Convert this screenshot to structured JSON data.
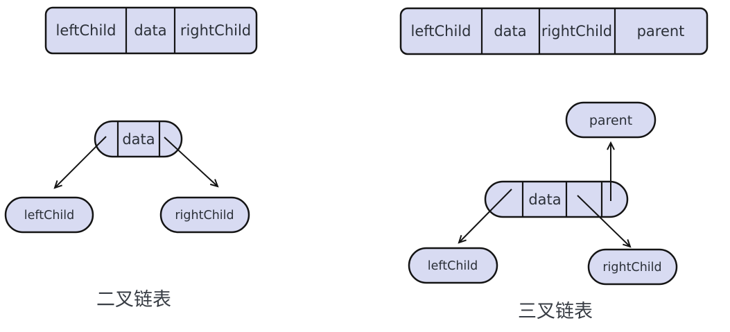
{
  "colors": {
    "node_fill": "#d8dbf2",
    "stroke": "#141414",
    "text": "#2b3038"
  },
  "binary": {
    "struct_cells": [
      "leftChild",
      "data",
      "rightChild"
    ],
    "node_label": "data",
    "left_child_label": "leftChild",
    "right_child_label": "rightChild",
    "caption": "二叉链表"
  },
  "ternary": {
    "struct_cells": [
      "leftChild",
      "data",
      "rightChild",
      "parent"
    ],
    "node_label": "data",
    "parent_label": "parent",
    "left_child_label": "leftChild",
    "right_child_label": "rightChild",
    "caption": "三叉链表"
  }
}
